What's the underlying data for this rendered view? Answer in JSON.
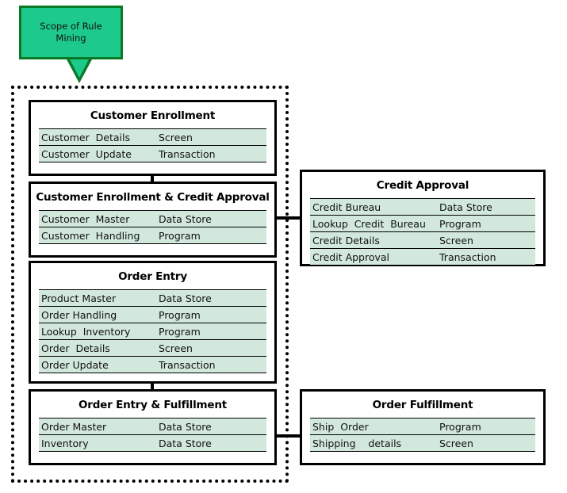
{
  "diagram": {
    "title": "Scope of Rule Mining",
    "callout": {
      "label": "Scope of Rule\nMining",
      "fill_color": "#1ec98c",
      "border_color": "#0a7a27"
    },
    "scope_boundary": {
      "name": "scope-of-rule-mining-boundary",
      "style": "dotted",
      "color": "#000000"
    },
    "row_fill_color": "#d2e8dc",
    "box_border_color": "#000000"
  },
  "boxes": [
    {
      "id": "customer-enrollment",
      "title": "Customer Enrollment",
      "in_scope": true,
      "rows": [
        {
          "name": "Customer  Details",
          "type": "Screen"
        },
        {
          "name": "Customer  Update",
          "type": "Transaction"
        }
      ]
    },
    {
      "id": "customer-enrollment-credit-approval",
      "title": "Customer Enrollment & Credit Approval",
      "in_scope": true,
      "rows": [
        {
          "name": "Customer  Master",
          "type": "Data Store"
        },
        {
          "name": "Customer  Handling",
          "type": "Program"
        }
      ]
    },
    {
      "id": "order-entry",
      "title": "Order Entry",
      "in_scope": true,
      "rows": [
        {
          "name": "Product Master",
          "type": "Data Store"
        },
        {
          "name": "Order Handling",
          "type": "Program"
        },
        {
          "name": "Lookup  Inventory",
          "type": "Program"
        },
        {
          "name": "Order  Details",
          "type": "Screen"
        },
        {
          "name": "Order Update",
          "type": "Transaction"
        }
      ]
    },
    {
      "id": "order-entry-fulfillment",
      "title": "Order Entry & Fulfillment",
      "in_scope": true,
      "rows": [
        {
          "name": "Order Master",
          "type": "Data Store"
        },
        {
          "name": "Inventory",
          "type": "Data Store"
        }
      ]
    },
    {
      "id": "credit-approval",
      "title": "Credit Approval",
      "in_scope": false,
      "rows": [
        {
          "name": "Credit Bureau",
          "type": "Data Store"
        },
        {
          "name": "Lookup  Credit  Bureau",
          "type": "Program"
        },
        {
          "name": "Credit Details",
          "type": "Screen"
        },
        {
          "name": "Credit Approval",
          "type": "Transaction"
        }
      ]
    },
    {
      "id": "order-fulfillment",
      "title": "Order Fulfillment",
      "in_scope": false,
      "rows": [
        {
          "name": "Ship  Order",
          "type": "Program"
        },
        {
          "name": "Shipping    details",
          "type": "Screen"
        }
      ]
    }
  ]
}
